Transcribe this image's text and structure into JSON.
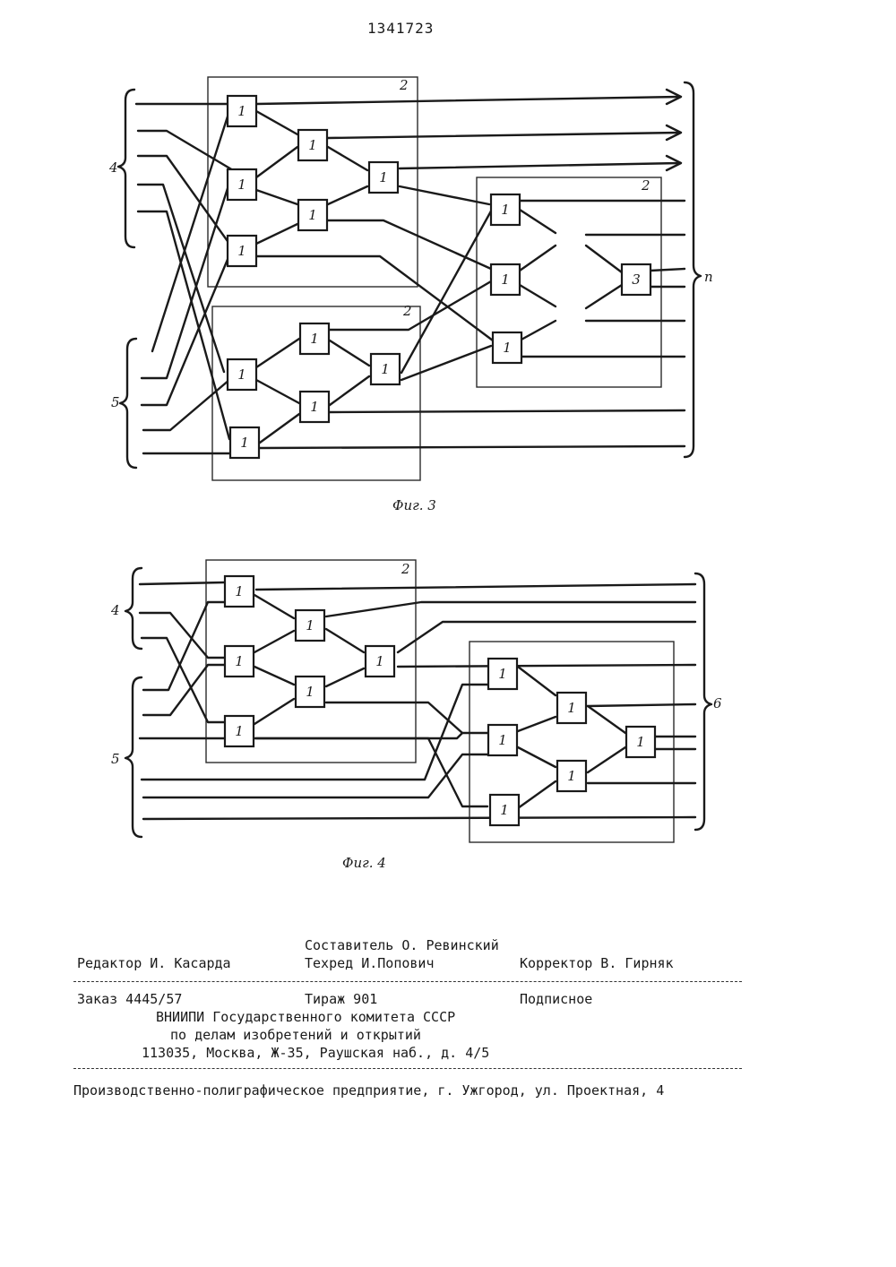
{
  "header": {
    "patent_number": "1341723"
  },
  "figures": [
    {
      "caption": "Фиг. 3",
      "group_labels": [
        "4",
        "5",
        "n"
      ],
      "subnetwork_labels": [
        "2",
        "2",
        "2"
      ],
      "element_labels": [
        "1",
        "1",
        "1",
        "1",
        "1",
        "1",
        "1",
        "1",
        "1",
        "1",
        "1",
        "1",
        "1",
        "1",
        "3"
      ]
    },
    {
      "caption": "Фиг. 4",
      "group_labels": [
        "4",
        "5",
        "6"
      ],
      "subnetwork_labels": [
        "2"
      ],
      "element_labels": [
        "1",
        "1",
        "1",
        "1",
        "1",
        "1",
        "1",
        "1",
        "1",
        "1",
        "1",
        "1"
      ]
    }
  ],
  "colophon": {
    "composer": "Составитель О. Ревинский",
    "editor": "Редактор И. Касарда",
    "techred": "Техред И.Попович",
    "corrector": "Корректор В. Гирняк",
    "order": "Заказ 4445/57",
    "circulation": "Тираж 901",
    "subscription": "Подписное",
    "org_line1": "ВНИИПИ Государственного комитета СССР",
    "org_line2": "по делам изобретений и открытий",
    "address": "113035, Москва, Ж-35, Раушская наб., д. 4/5",
    "printer": "Производственно-полиграфическое предприятие, г. Ужгород, ул. Проектная, 4"
  }
}
